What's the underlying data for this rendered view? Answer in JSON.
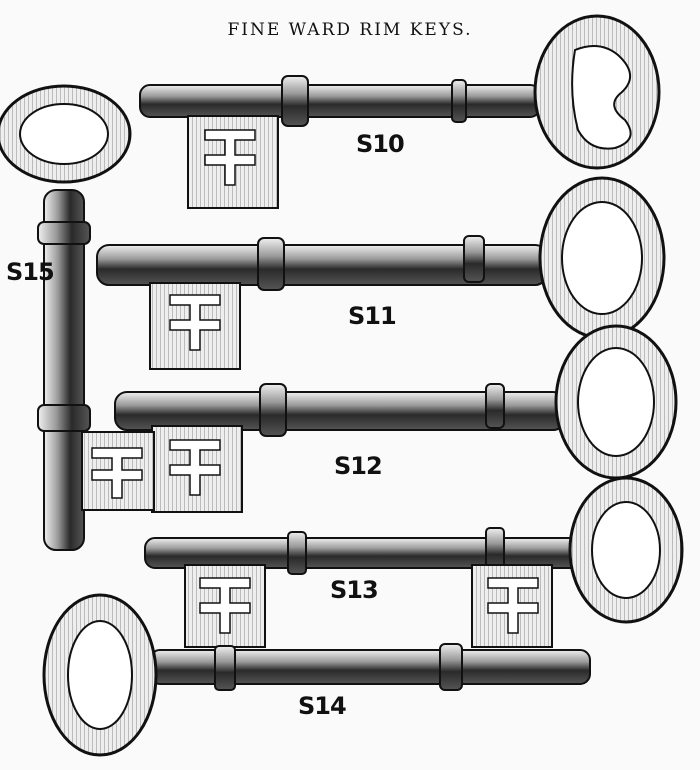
{
  "title": "FINE WARD RIM KEYS.",
  "keys": [
    {
      "label": "S10"
    },
    {
      "label": "S11"
    },
    {
      "label": "S12"
    },
    {
      "label": "S13"
    },
    {
      "label": "S14"
    },
    {
      "label": "S15"
    }
  ],
  "colors": {
    "ink": "#111111",
    "paper": "#fafafa",
    "shade": "#cfcfcf"
  }
}
